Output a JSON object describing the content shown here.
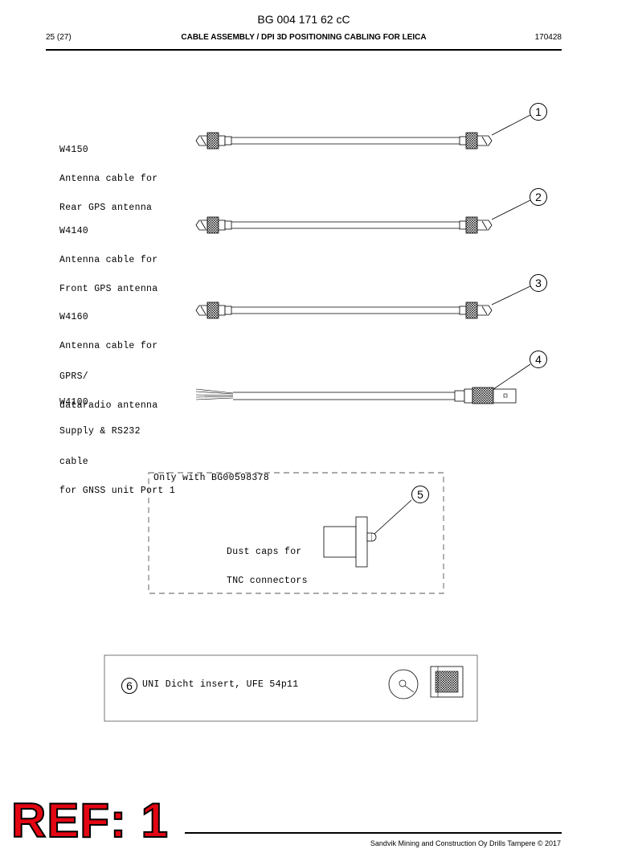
{
  "header": {
    "doc_id": "BG 004 171 62 cC",
    "page": "25 (27)",
    "title": "CABLE ASSEMBLY / DPI 3D POSITIONING CABLING FOR LEICA",
    "date": "170428"
  },
  "items": [
    {
      "callout": "1",
      "code": "W4150",
      "desc_lines": [
        "Antenna cable for",
        "Rear GPS antenna"
      ]
    },
    {
      "callout": "2",
      "code": "W4140",
      "desc_lines": [
        "Antenna cable for",
        "Front GPS antenna"
      ]
    },
    {
      "callout": "3",
      "code": "W4160",
      "desc_lines": [
        "Antenna cable for",
        "GPRS/",
        "dataradio antenna"
      ]
    },
    {
      "callout": "4",
      "code": "W4100",
      "desc_lines": [
        "Supply & RS232",
        "cable",
        "for GNSS unit Port 1"
      ]
    }
  ],
  "option_box": {
    "title": "Only with BG00598378",
    "callout": "5",
    "desc_lines": [
      "Dust caps for",
      "TNC connectors"
    ]
  },
  "insert_box": {
    "callout": "6",
    "text": "UNI Dicht insert, UFE 54p11"
  },
  "stamp": "REF: 1",
  "footer": {
    "copyright": "Sandvik Mining and Construction Oy Drills Tampere © 2017"
  }
}
